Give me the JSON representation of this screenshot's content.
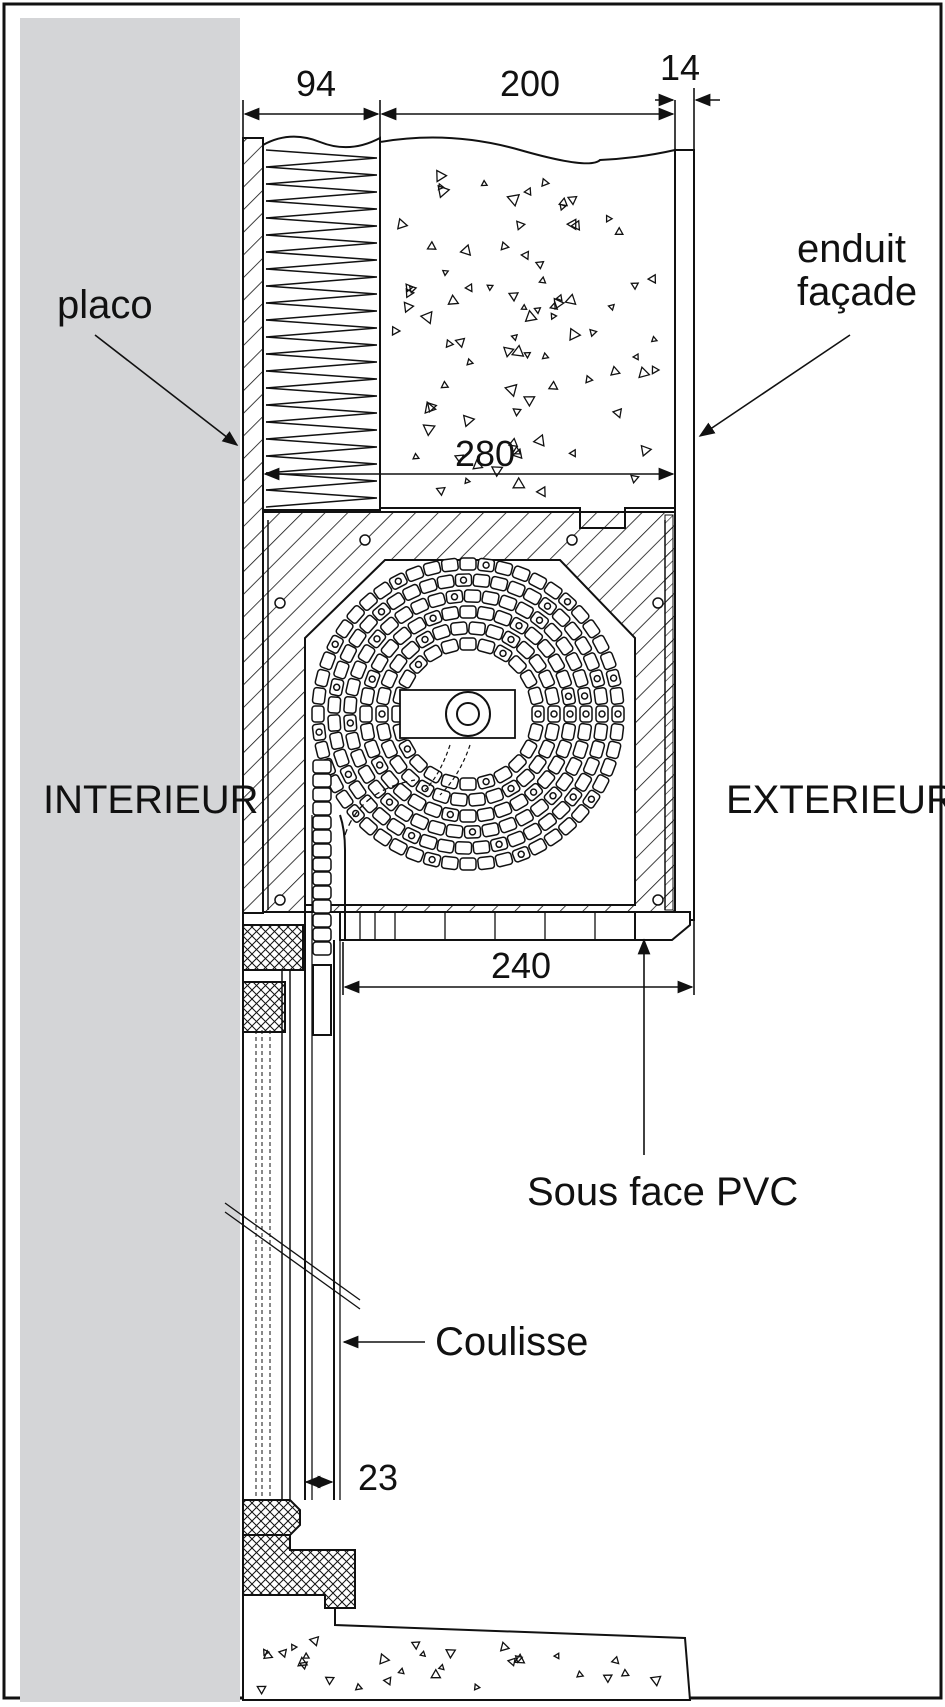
{
  "dimensions": {
    "d94": "94",
    "d200": "200",
    "d14": "14",
    "d280": "280",
    "d240": "240",
    "d23": "23"
  },
  "labels": {
    "placo": "placo",
    "enduit_line1": "enduit",
    "enduit_line2": "façade",
    "interieur": "INTERIEUR",
    "exterieur": "EXTERIEUR",
    "sous_face": "Sous face PVC",
    "coulisse": "Coulisse"
  },
  "colors": {
    "wall_gray": "#d4d5d7",
    "line": "#111111",
    "background": "#ffffff"
  }
}
